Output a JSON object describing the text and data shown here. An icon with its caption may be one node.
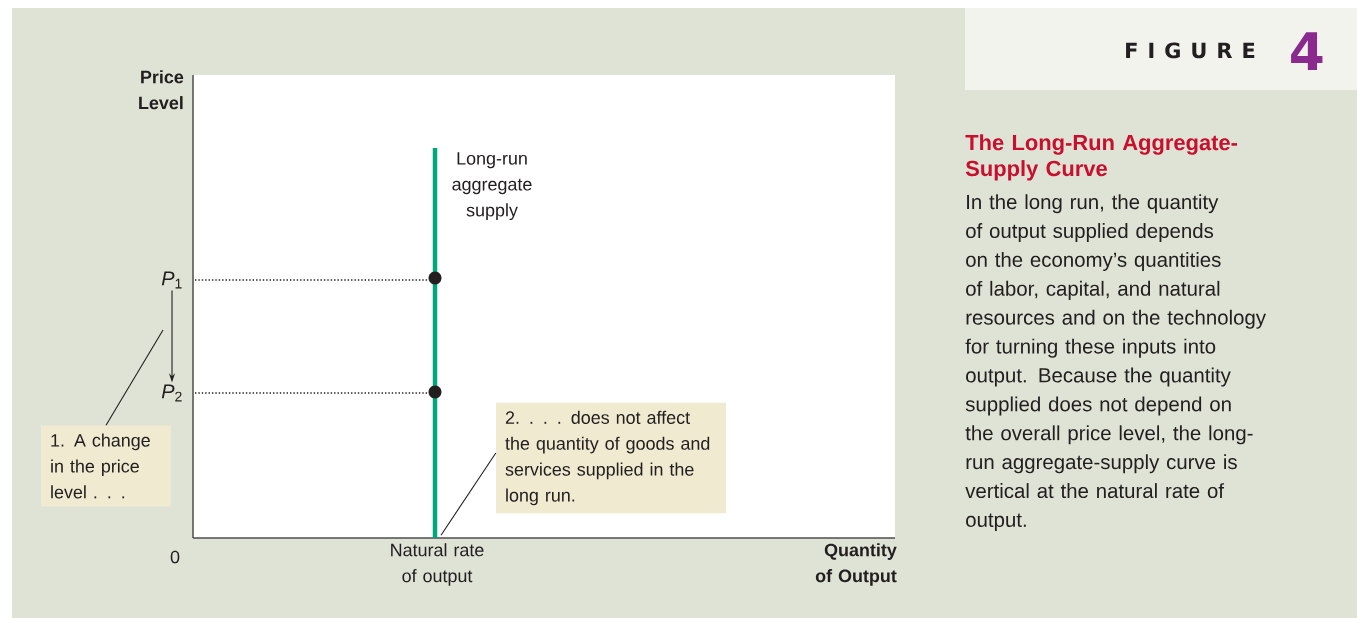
{
  "diagram": {
    "title": "The Long-Run Aggregate-Supply Curve",
    "caption": "In the long run, the quantity of output supplied depends on the economy’s quantities of labor, capital, and natural resources and on the technology for turning these inputs into output. Because the quantity supplied does not depend on the overall price level, the long-run aggregate-supply curve is vertical at the natural rate of output.",
    "nodes": [
      {
        "text": [
          "1. A change in the price level . . ."
        ]
      },
      {
        "text": [
          "2.  . . . does not affect the quantity of goods and services supplied in the long run."
        ]
      },
      {
        "text": [
          "*P*$_{1}$"
        ]
      },
      {
        "text": [
          "*P*$_{2}$"
        ]
      },
      {
        "text": [],
        "shape": "bar"
      },
      {
        "text": [],
        "shape": "circle"
      },
      {
        "text": [],
        "shape": "circle"
      }
    ],
    "edges": [
      {
        "from": 2,
        "to": 3,
        "arrow": "to"
      },
      {
        "from": 0,
        "to": null,
        "arrow": "none"
      },
      {
        "from": 1,
        "to": 4,
        "arrow": "none"
      },
      {
        "from": 2,
        "to": 5,
        "arrow": "none",
        "style": "dashed"
      },
      {
        "from": 3,
        "to": 6,
        "arrow": "none",
        "style": "dashed"
      }
    ],
    "labels": [
      "F I G U R E",
      "4",
      "Price Level",
      "Long-run aggregate supply",
      "0",
      "Natural rate of output",
      "Quantity of Output"
    ]
  }
}
